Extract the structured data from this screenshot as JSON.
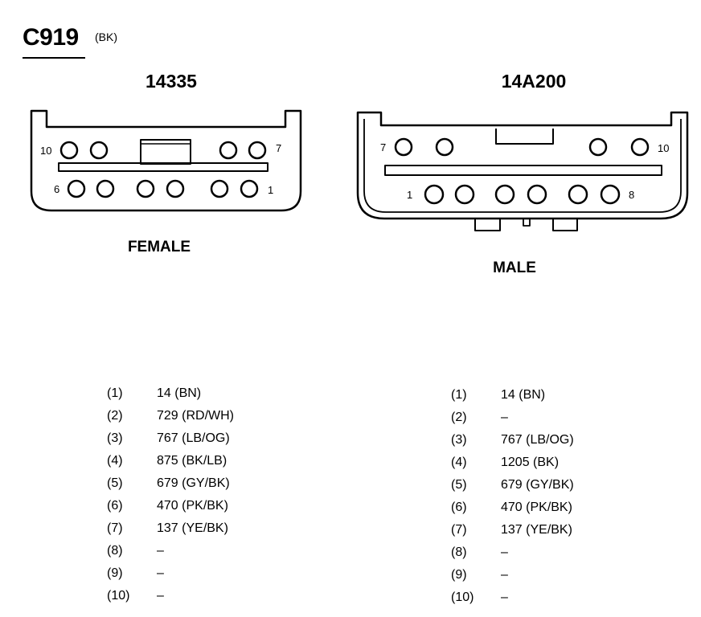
{
  "connector": {
    "id": "C919",
    "color": "(BK)"
  },
  "female": {
    "part": "14335",
    "label": "FEMALE",
    "pin_labels": {
      "top_left": "10",
      "top_right": "7",
      "bottom_left": "6",
      "bottom_right": "1"
    }
  },
  "male": {
    "part": "14A200",
    "label": "MALE",
    "pin_labels": {
      "top_left": "7",
      "top_right": "10",
      "bottom_left": "1",
      "bottom_right": "8"
    }
  },
  "female_pins": [
    {
      "pin": "(1)",
      "circuit": "14 (BN)"
    },
    {
      "pin": "(2)",
      "circuit": "729 (RD/WH)"
    },
    {
      "pin": "(3)",
      "circuit": "767 (LB/OG)"
    },
    {
      "pin": "(4)",
      "circuit": "875 (BK/LB)"
    },
    {
      "pin": "(5)",
      "circuit": "679 (GY/BK)"
    },
    {
      "pin": "(6)",
      "circuit": "470 (PK/BK)"
    },
    {
      "pin": "(7)",
      "circuit": "137 (YE/BK)"
    },
    {
      "pin": "(8)",
      "circuit": "–"
    },
    {
      "pin": "(9)",
      "circuit": "–"
    },
    {
      "pin": "(10)",
      "circuit": "–"
    }
  ],
  "male_pins": [
    {
      "pin": "(1)",
      "circuit": "14 (BN)"
    },
    {
      "pin": "(2)",
      "circuit": "–"
    },
    {
      "pin": "(3)",
      "circuit": "767 (LB/OG)"
    },
    {
      "pin": "(4)",
      "circuit": "1205 (BK)"
    },
    {
      "pin": "(5)",
      "circuit": "679 (GY/BK)"
    },
    {
      "pin": "(6)",
      "circuit": "470 (PK/BK)"
    },
    {
      "pin": "(7)",
      "circuit": "137 (YE/BK)"
    },
    {
      "pin": "(8)",
      "circuit": "–"
    },
    {
      "pin": "(9)",
      "circuit": "–"
    },
    {
      "pin": "(10)",
      "circuit": "–"
    }
  ]
}
